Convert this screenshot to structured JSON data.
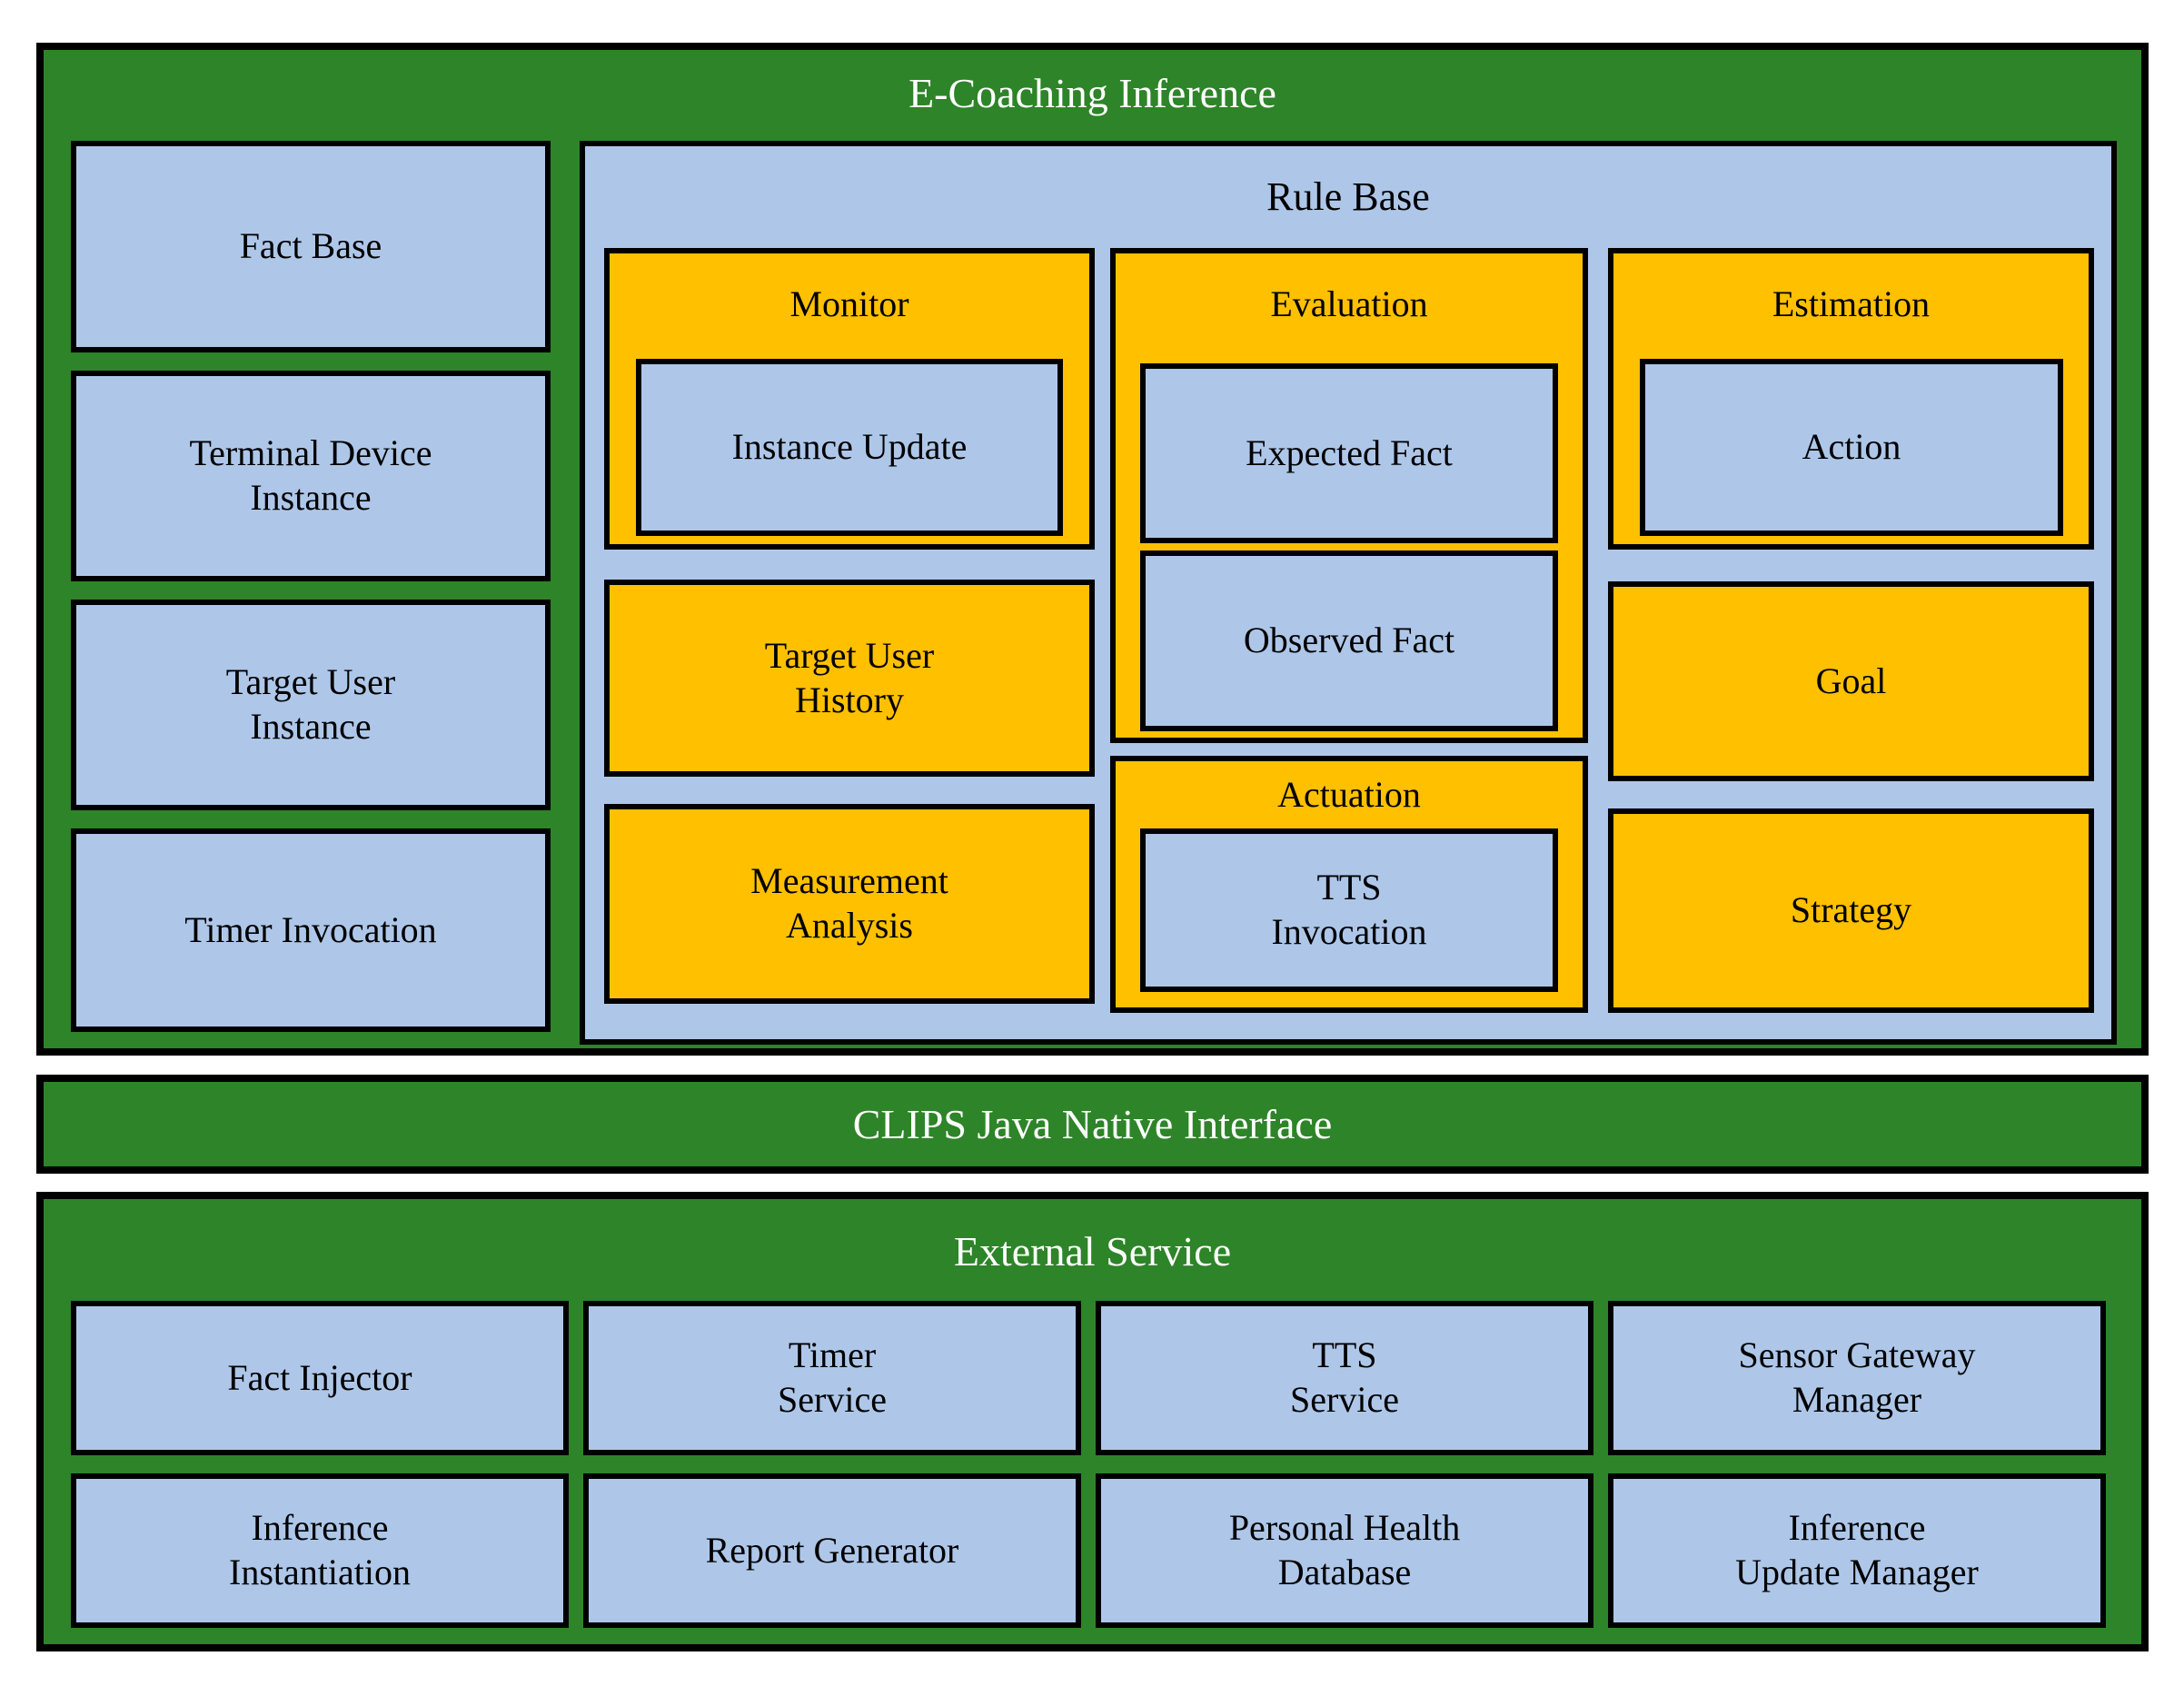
{
  "colors": {
    "green": "#2E8428",
    "blue": "#AEC7E9",
    "orange": "#FFC000",
    "border": "#000000",
    "title-text": "#FFFFFF",
    "label-text": "#000000"
  },
  "e_coaching": {
    "title": "E-Coaching Inference",
    "fact_column": [
      "Fact Base",
      "Terminal Device\nInstance",
      "Target User\nInstance",
      "Timer Invocation"
    ],
    "rule_base": {
      "title": "Rule Base",
      "monitor": {
        "title": "Monitor",
        "child": "Instance Update"
      },
      "target_user_history": "Target User\nHistory",
      "measurement_analysis": "Measurement\nAnalysis",
      "evaluation": {
        "title": "Evaluation",
        "expected_fact": "Expected Fact",
        "observed_fact": "Observed Fact"
      },
      "actuation": {
        "title": "Actuation",
        "child": "TTS\nInvocation"
      },
      "estimation": {
        "title": "Estimation",
        "child": "Action"
      },
      "goal": "Goal",
      "strategy": "Strategy"
    }
  },
  "clips_bar": {
    "title": "CLIPS Java Native Interface"
  },
  "external_service": {
    "title": "External Service",
    "row1": [
      "Fact Injector",
      "Timer\nService",
      "TTS\nService",
      "Sensor Gateway\nManager"
    ],
    "row2": [
      "Inference\nInstantiation",
      "Report Generator",
      "Personal Health\nDatabase",
      "Inference\nUpdate Manager"
    ]
  }
}
